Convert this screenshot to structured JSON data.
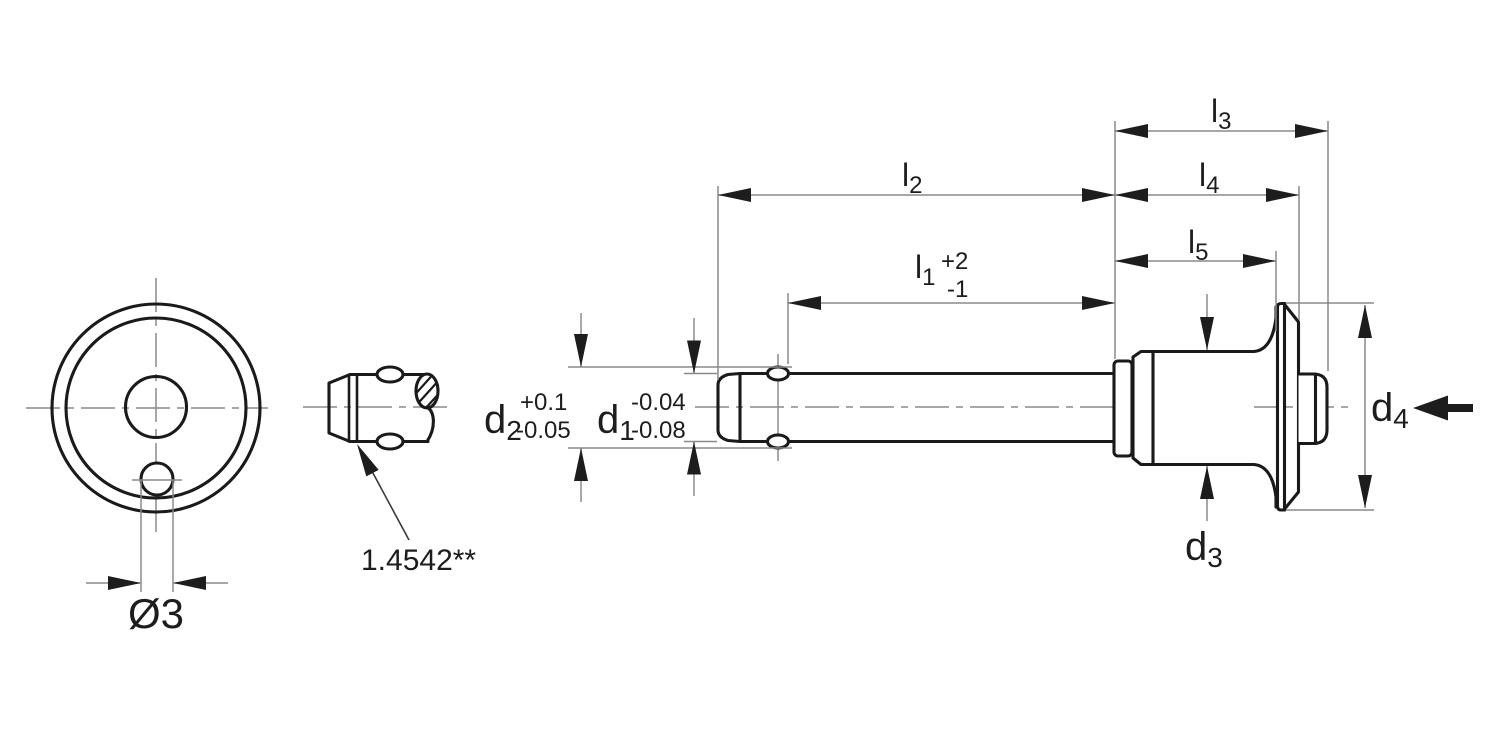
{
  "drawing": {
    "type": "technical-drawing",
    "component": "ball-lock-pin",
    "colors": {
      "background": "#ffffff",
      "object_line": "#1a1a1a",
      "thin_line": "#8a8a8a",
      "arrow_and_text": "#1d1d1d"
    },
    "front_view": {
      "hole_diameter_label": "Ø3"
    },
    "detail_view": {
      "material_label": "1.4542**"
    },
    "dimensions": {
      "l1": {
        "base": "l",
        "sub": "1",
        "tol_upper": "+2",
        "tol_lower": "-1"
      },
      "l2": {
        "base": "l",
        "sub": "2"
      },
      "l3": {
        "base": "l",
        "sub": "3"
      },
      "l4": {
        "base": "l",
        "sub": "4"
      },
      "l5": {
        "base": "l",
        "sub": "5"
      },
      "d1": {
        "base": "d",
        "sub": "1",
        "tol_upper": "-0.04",
        "tol_lower": "-0.08"
      },
      "d2": {
        "base": "d",
        "sub": "2",
        "tol_upper": "+0.1",
        "tol_lower": "-0.05"
      },
      "d3": {
        "base": "d",
        "sub": "3"
      },
      "d4": {
        "base": "d",
        "sub": "4"
      }
    }
  }
}
